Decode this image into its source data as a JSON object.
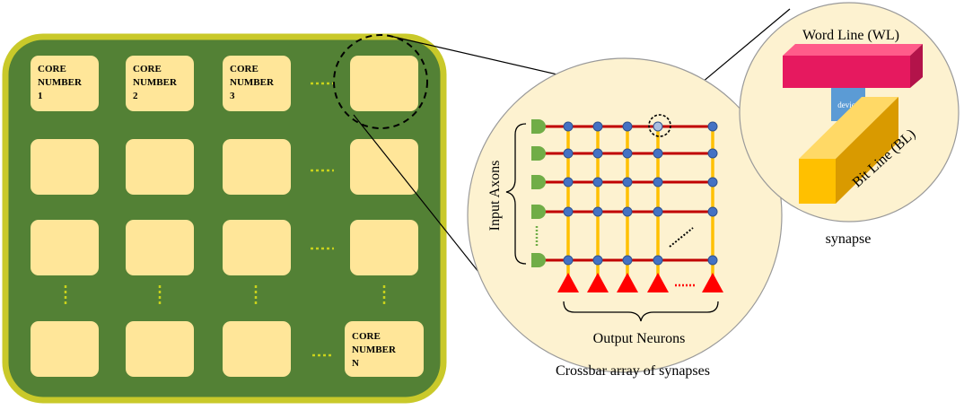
{
  "chip": {
    "core_1": {
      "line1": "CORE",
      "line2": "NUMBER",
      "line3": "1"
    },
    "core_2": {
      "line1": "CORE",
      "line2": "NUMBER",
      "line3": "2"
    },
    "core_3": {
      "line1": "CORE",
      "line2": "NUMBER",
      "line3": "3"
    },
    "core_n": {
      "line1": "CORE",
      "line2": "NUMBER",
      "line3": "N"
    }
  },
  "crossbar": {
    "input_label": "Input Axons",
    "output_label": "Output Neurons",
    "caption": "Crossbar array of synapses"
  },
  "synapse": {
    "word_line": "Word Line (WL)",
    "device": "device",
    "bit_line": "Bit Line (BL)",
    "caption": "synapse"
  },
  "colors": {
    "chip_green": "#538135",
    "chip_border": "#c9c92a",
    "core_fill": "#ffe699",
    "circle_fill": "#fdf2d0",
    "wire_red": "#c00000",
    "wire_yellow": "#ffc000",
    "node_blue": "#4472c4",
    "axon_green": "#70ad47",
    "neuron_red": "#ff0000",
    "word_line": "#e6195f",
    "bit_line": "#ffc000",
    "device_blue": "#5b9bd5"
  }
}
